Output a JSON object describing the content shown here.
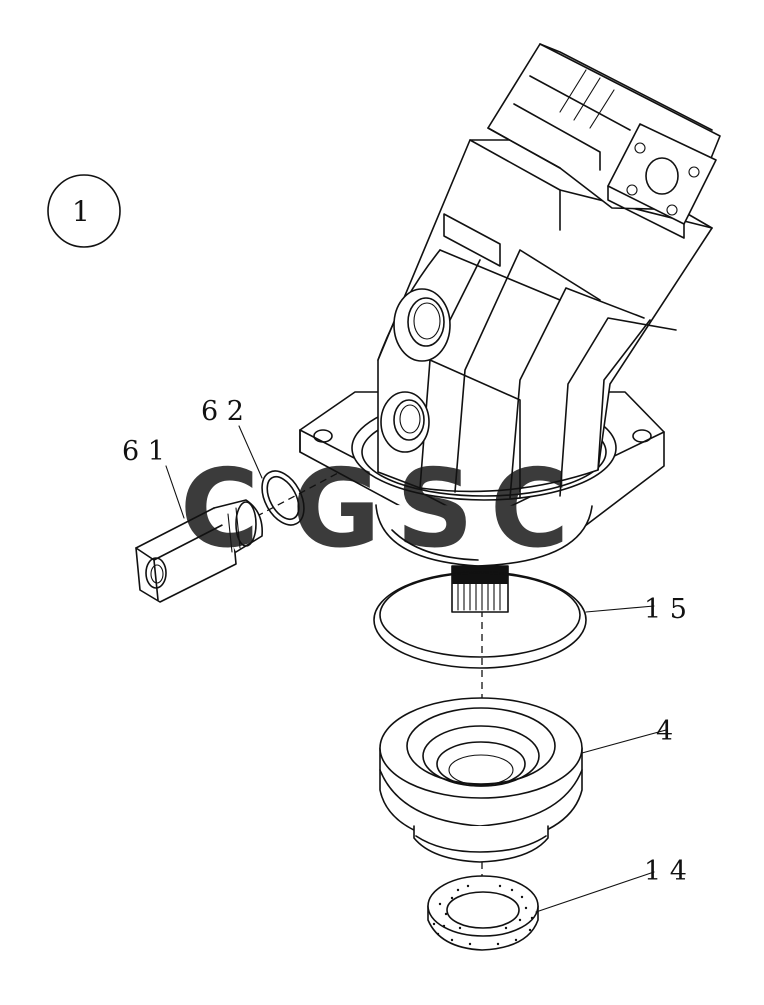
{
  "figure": {
    "index_label": "1",
    "callouts": [
      {
        "id": "c61",
        "text": "6 1"
      },
      {
        "id": "c62",
        "text": "6 2"
      },
      {
        "id": "c15",
        "text": "1 5"
      },
      {
        "id": "c4",
        "text": "4"
      },
      {
        "id": "c14",
        "text": "1 4"
      }
    ]
  },
  "watermark": {
    "letters": [
      "C",
      "G",
      "S",
      "C"
    ],
    "colors": [
      "#4f86ec",
      "#e8605a",
      "#f4c843",
      "#3ea56e"
    ]
  }
}
